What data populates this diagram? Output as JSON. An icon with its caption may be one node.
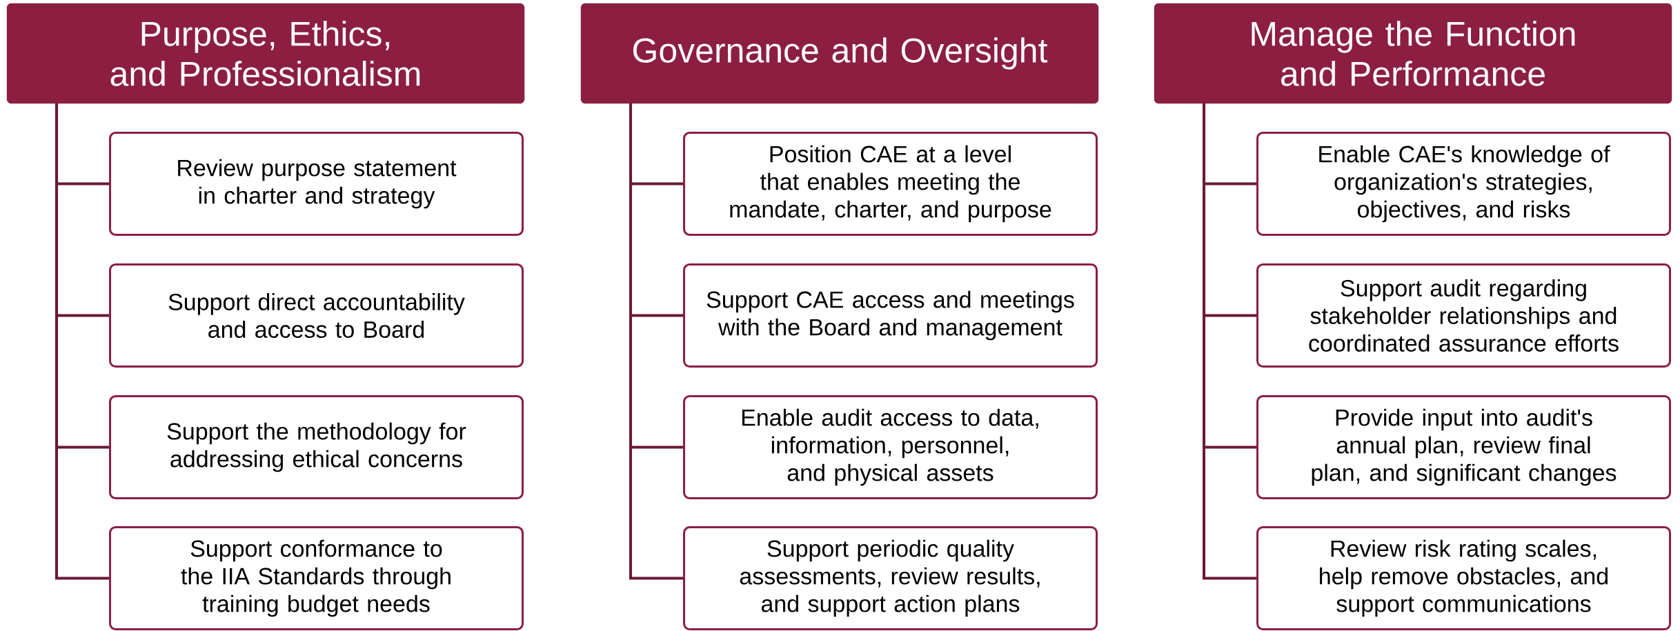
{
  "diagram": {
    "nodes": [
      {
        "text": [
          "Purpose, Ethics, and Professionalism"
        ]
      },
      {
        "text": [
          "Review purpose statement in charter and strategy"
        ]
      },
      {
        "text": [
          "Support direct accountability and access to Board"
        ]
      },
      {
        "text": [
          "Support the methodology for addressing ethical concerns"
        ]
      },
      {
        "text": [
          "Support conformance to the IIA Standards through training budget needs"
        ]
      },
      {
        "text": [
          "Governance and Oversight"
        ]
      },
      {
        "text": [
          "Position CAE at a level that enables meeting the mandate, charter, and purpose"
        ]
      },
      {
        "text": [
          "Support CAE access and meetings with the Board and management"
        ]
      },
      {
        "text": [
          "Enable audit access to data, information, personnel, and physical assets"
        ]
      },
      {
        "text": [
          "Support periodic quality assessments, review results, and support action plans"
        ]
      },
      {
        "text": [
          "Manage the Function and Performance"
        ]
      },
      {
        "text": [
          "Enable CAE's knowledge of organization's strategies, objectives, and risks"
        ]
      },
      {
        "text": [
          "Support audit regarding stakeholder relationships and coordinated assurance efforts"
        ]
      },
      {
        "text": [
          "Provide input into audit's annual plan, review final plan, and significant changes"
        ]
      },
      {
        "text": [
          "Review risk rating scales, help remove obstacles, and support communications"
        ]
      }
    ],
    "edges": [
      {
        "from": 0,
        "to": 1,
        "arrow": "none"
      },
      {
        "from": 0,
        "to": 2,
        "arrow": "none"
      },
      {
        "from": 0,
        "to": 3,
        "arrow": "none"
      },
      {
        "from": 0,
        "to": 4,
        "arrow": "none"
      },
      {
        "from": 5,
        "to": 6,
        "arrow": "none"
      },
      {
        "from": 5,
        "to": 7,
        "arrow": "none"
      },
      {
        "from": 5,
        "to": 8,
        "arrow": "none"
      },
      {
        "from": 5,
        "to": 9,
        "arrow": "none"
      },
      {
        "from": 10,
        "to": 11,
        "arrow": "none"
      },
      {
        "from": 10,
        "to": 12,
        "arrow": "none"
      },
      {
        "from": 10,
        "to": 13,
        "arrow": "none"
      },
      {
        "from": 10,
        "to": 14,
        "arrow": "none"
      }
    ]
  }
}
